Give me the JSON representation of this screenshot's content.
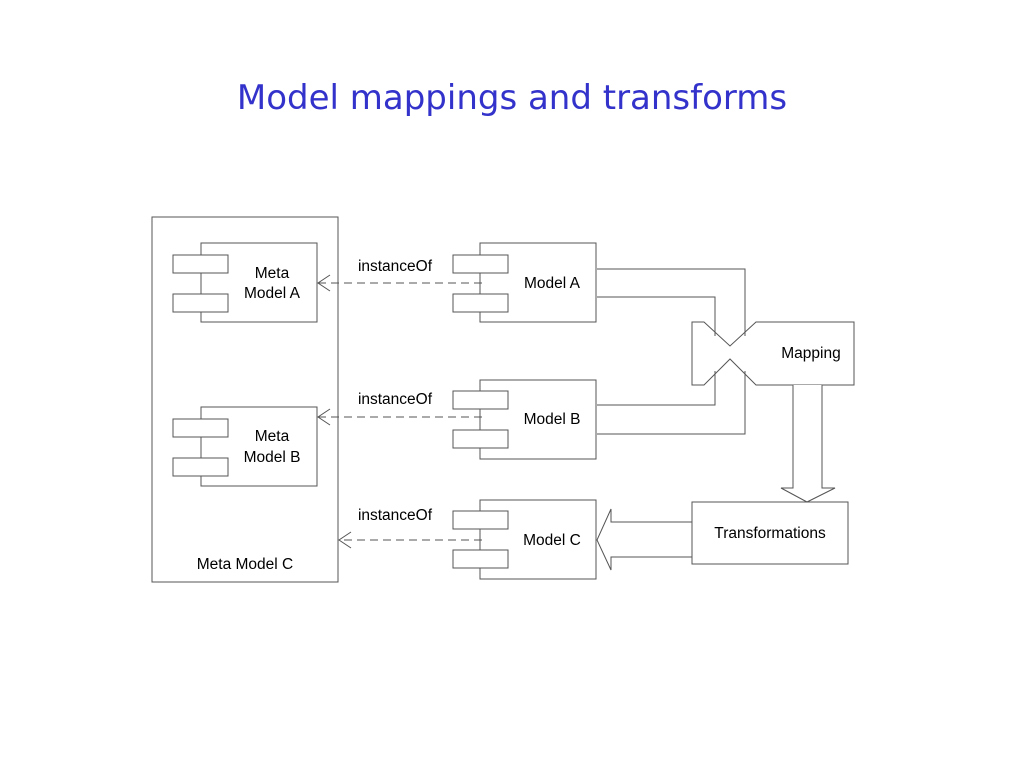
{
  "title": "Model mappings and transforms",
  "colors": {
    "title": "#3333cc",
    "stroke": "#555555",
    "text": "#000000"
  },
  "diagram": {
    "meta_model_a": [
      "Meta",
      "Model A"
    ],
    "meta_model_b": [
      "Meta",
      "Model B"
    ],
    "meta_model_c": "Meta Model C",
    "model_a": "Model A",
    "model_b": "Model B",
    "model_c": "Model C",
    "mapping": "Mapping",
    "transformations": "Transformations",
    "relation": "instanceOf"
  }
}
